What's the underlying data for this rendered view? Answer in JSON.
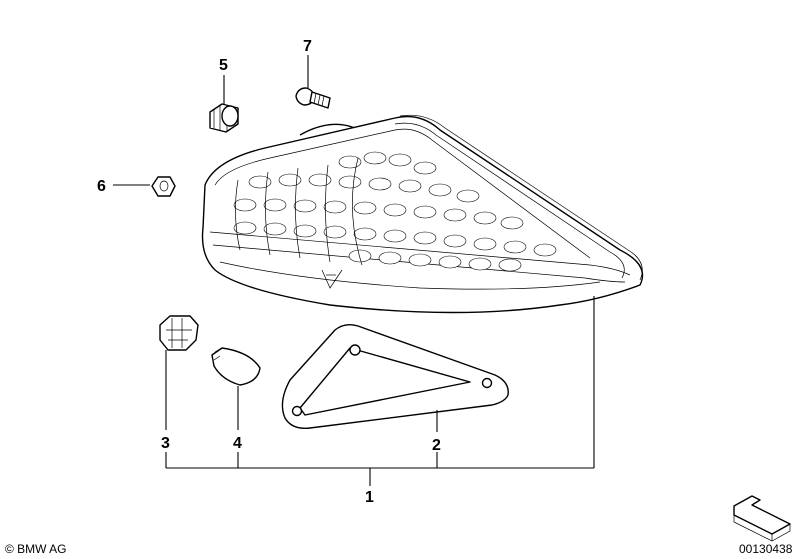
{
  "callouts": {
    "c1": "1",
    "c2": "2",
    "c3": "3",
    "c4": "4",
    "c5": "5",
    "c6": "6",
    "c7": "7"
  },
  "footer": {
    "copyright": "© BMW AG",
    "diagram_number": "00130438"
  },
  "icons": {
    "arrow": "direction-arrow-icon"
  }
}
